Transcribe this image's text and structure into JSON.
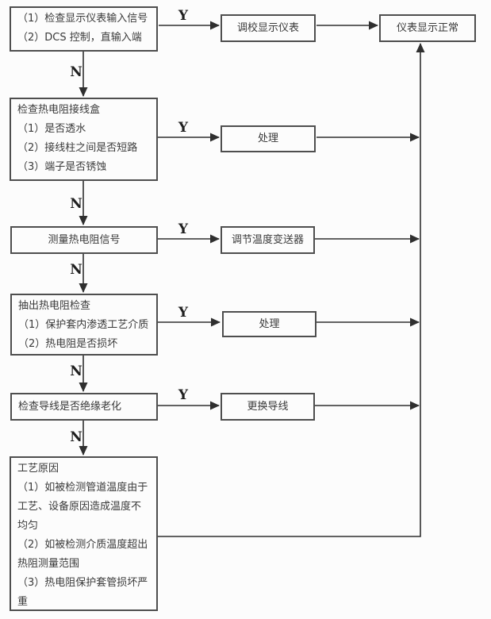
{
  "labels": {
    "yes": "Y",
    "no": "N"
  },
  "colors": {
    "line": "#2f2f2f",
    "box_border": "#4e4e4e",
    "text": "#3a3a3a",
    "background": "#fcfcfc"
  },
  "nodes": {
    "step1": {
      "lines": [
        "（1）检查显示仪表输入信号",
        "（2）DCS 控制，直输入端"
      ]
    },
    "calibrate": {
      "lines": [
        "调校显示仪表"
      ]
    },
    "normal": {
      "lines": [
        "仪表显示正常"
      ]
    },
    "step2": {
      "lines": [
        "检查热电阻接线盒",
        "（1）是否透水",
        "（2）接线柱之间是否短路",
        "（3）端子是否锈蚀"
      ]
    },
    "handle1": {
      "lines": [
        "处理"
      ]
    },
    "step3": {
      "lines": [
        "测量热电阻信号"
      ]
    },
    "adjust": {
      "lines": [
        "调节温度变送器"
      ]
    },
    "step4": {
      "lines": [
        "抽出热电阻检查",
        "（1）保护套内渗透工艺介质",
        "（2）热电阻是否损坏"
      ]
    },
    "handle2": {
      "lines": [
        "处理"
      ]
    },
    "step5": {
      "lines": [
        "检查导线是否绝缘老化"
      ]
    },
    "replace": {
      "lines": [
        "更换导线"
      ]
    },
    "step6": {
      "lines": [
        "工艺原因",
        "（1）如被检测管道温度由于工艺、设备原因造成温度不均匀",
        "（2）如被检测介质温度超出热阻测量范围",
        "（3）热电阻保护套管损坏严重"
      ]
    }
  }
}
